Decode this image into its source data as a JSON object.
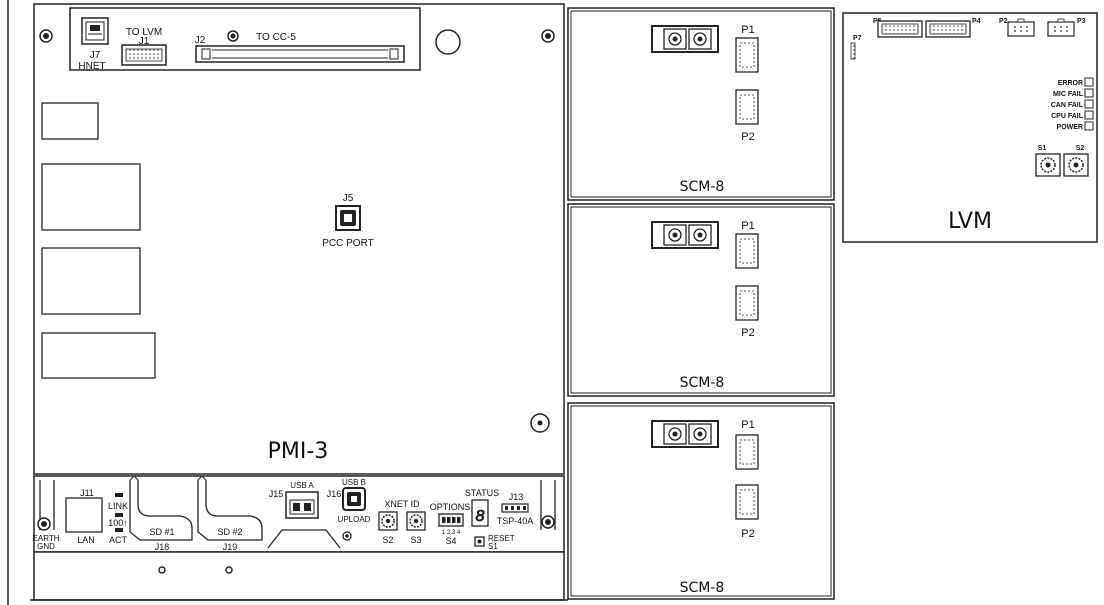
{
  "pmi": {
    "title": "PMI-3",
    "j7": "J7",
    "hnet": "HNET",
    "to_lvm": "TO LVM",
    "j1": "J1",
    "j2": "J2",
    "to_cc5": "TO CC-5",
    "j5": "J5",
    "pcc_port": "PCC PORT",
    "j11": "J11",
    "lan": "LAN",
    "link": "LINK",
    "speed": "100↑",
    "act": "ACT",
    "earth_gnd_1": "EARTH",
    "earth_gnd_2": "GND",
    "sd1": "SD #1",
    "j18": "J18",
    "sd2": "SD #2",
    "j19": "J19",
    "j15": "J15",
    "usb_a": "USB A",
    "j16": "J16",
    "usb_b": "USB B",
    "upload": "UPLOAD",
    "xnet_id": "XNET ID",
    "s2": "S2",
    "s3": "S3",
    "options": "OPTIONS",
    "options_nums": "1 2 3 4",
    "s4": "S4",
    "status": "STATUS",
    "status_digit": "8",
    "reset": "RESET",
    "s1": "S1",
    "j13": "J13",
    "tsp40a": "TSP-40A"
  },
  "scm": [
    {
      "title": "SCM-8",
      "p1": "P1",
      "p2": "P2"
    },
    {
      "title": "SCM-8",
      "p1": "P1",
      "p2": "P2"
    },
    {
      "title": "SCM-8",
      "p1": "P1",
      "p2": "P2"
    }
  ],
  "lvm": {
    "title": "LVM",
    "p5": "P5",
    "p4": "P4",
    "p2": "P2",
    "p3": "P3",
    "p7": "P7",
    "error": "ERROR",
    "mic_fail": "MIC FAIL",
    "can_fail": "CAN FAIL",
    "cpu_fail": "CPU FAIL",
    "power": "POWER",
    "s1": "S1",
    "s2": "S2"
  }
}
